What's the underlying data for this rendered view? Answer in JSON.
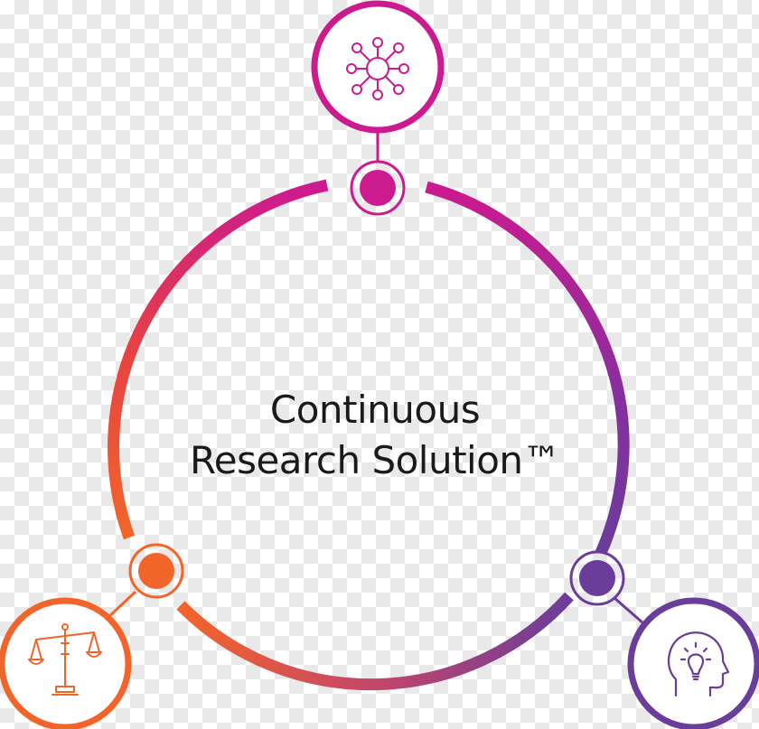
{
  "diagram": {
    "title_line1": "Continuous",
    "title_line2": "Research Solution™",
    "colors": {
      "magenta": "#cc1a8f",
      "purple": "#6a3d9a",
      "orange": "#f2652a"
    },
    "nodes": [
      {
        "position": "top",
        "icon": "network-hub-icon",
        "color": "#cc1a8f"
      },
      {
        "position": "bottom-right",
        "icon": "head-lightbulb-icon",
        "color": "#6a3d9a"
      },
      {
        "position": "bottom-left",
        "icon": "balance-scale-icon",
        "color": "#f2652a"
      }
    ]
  }
}
